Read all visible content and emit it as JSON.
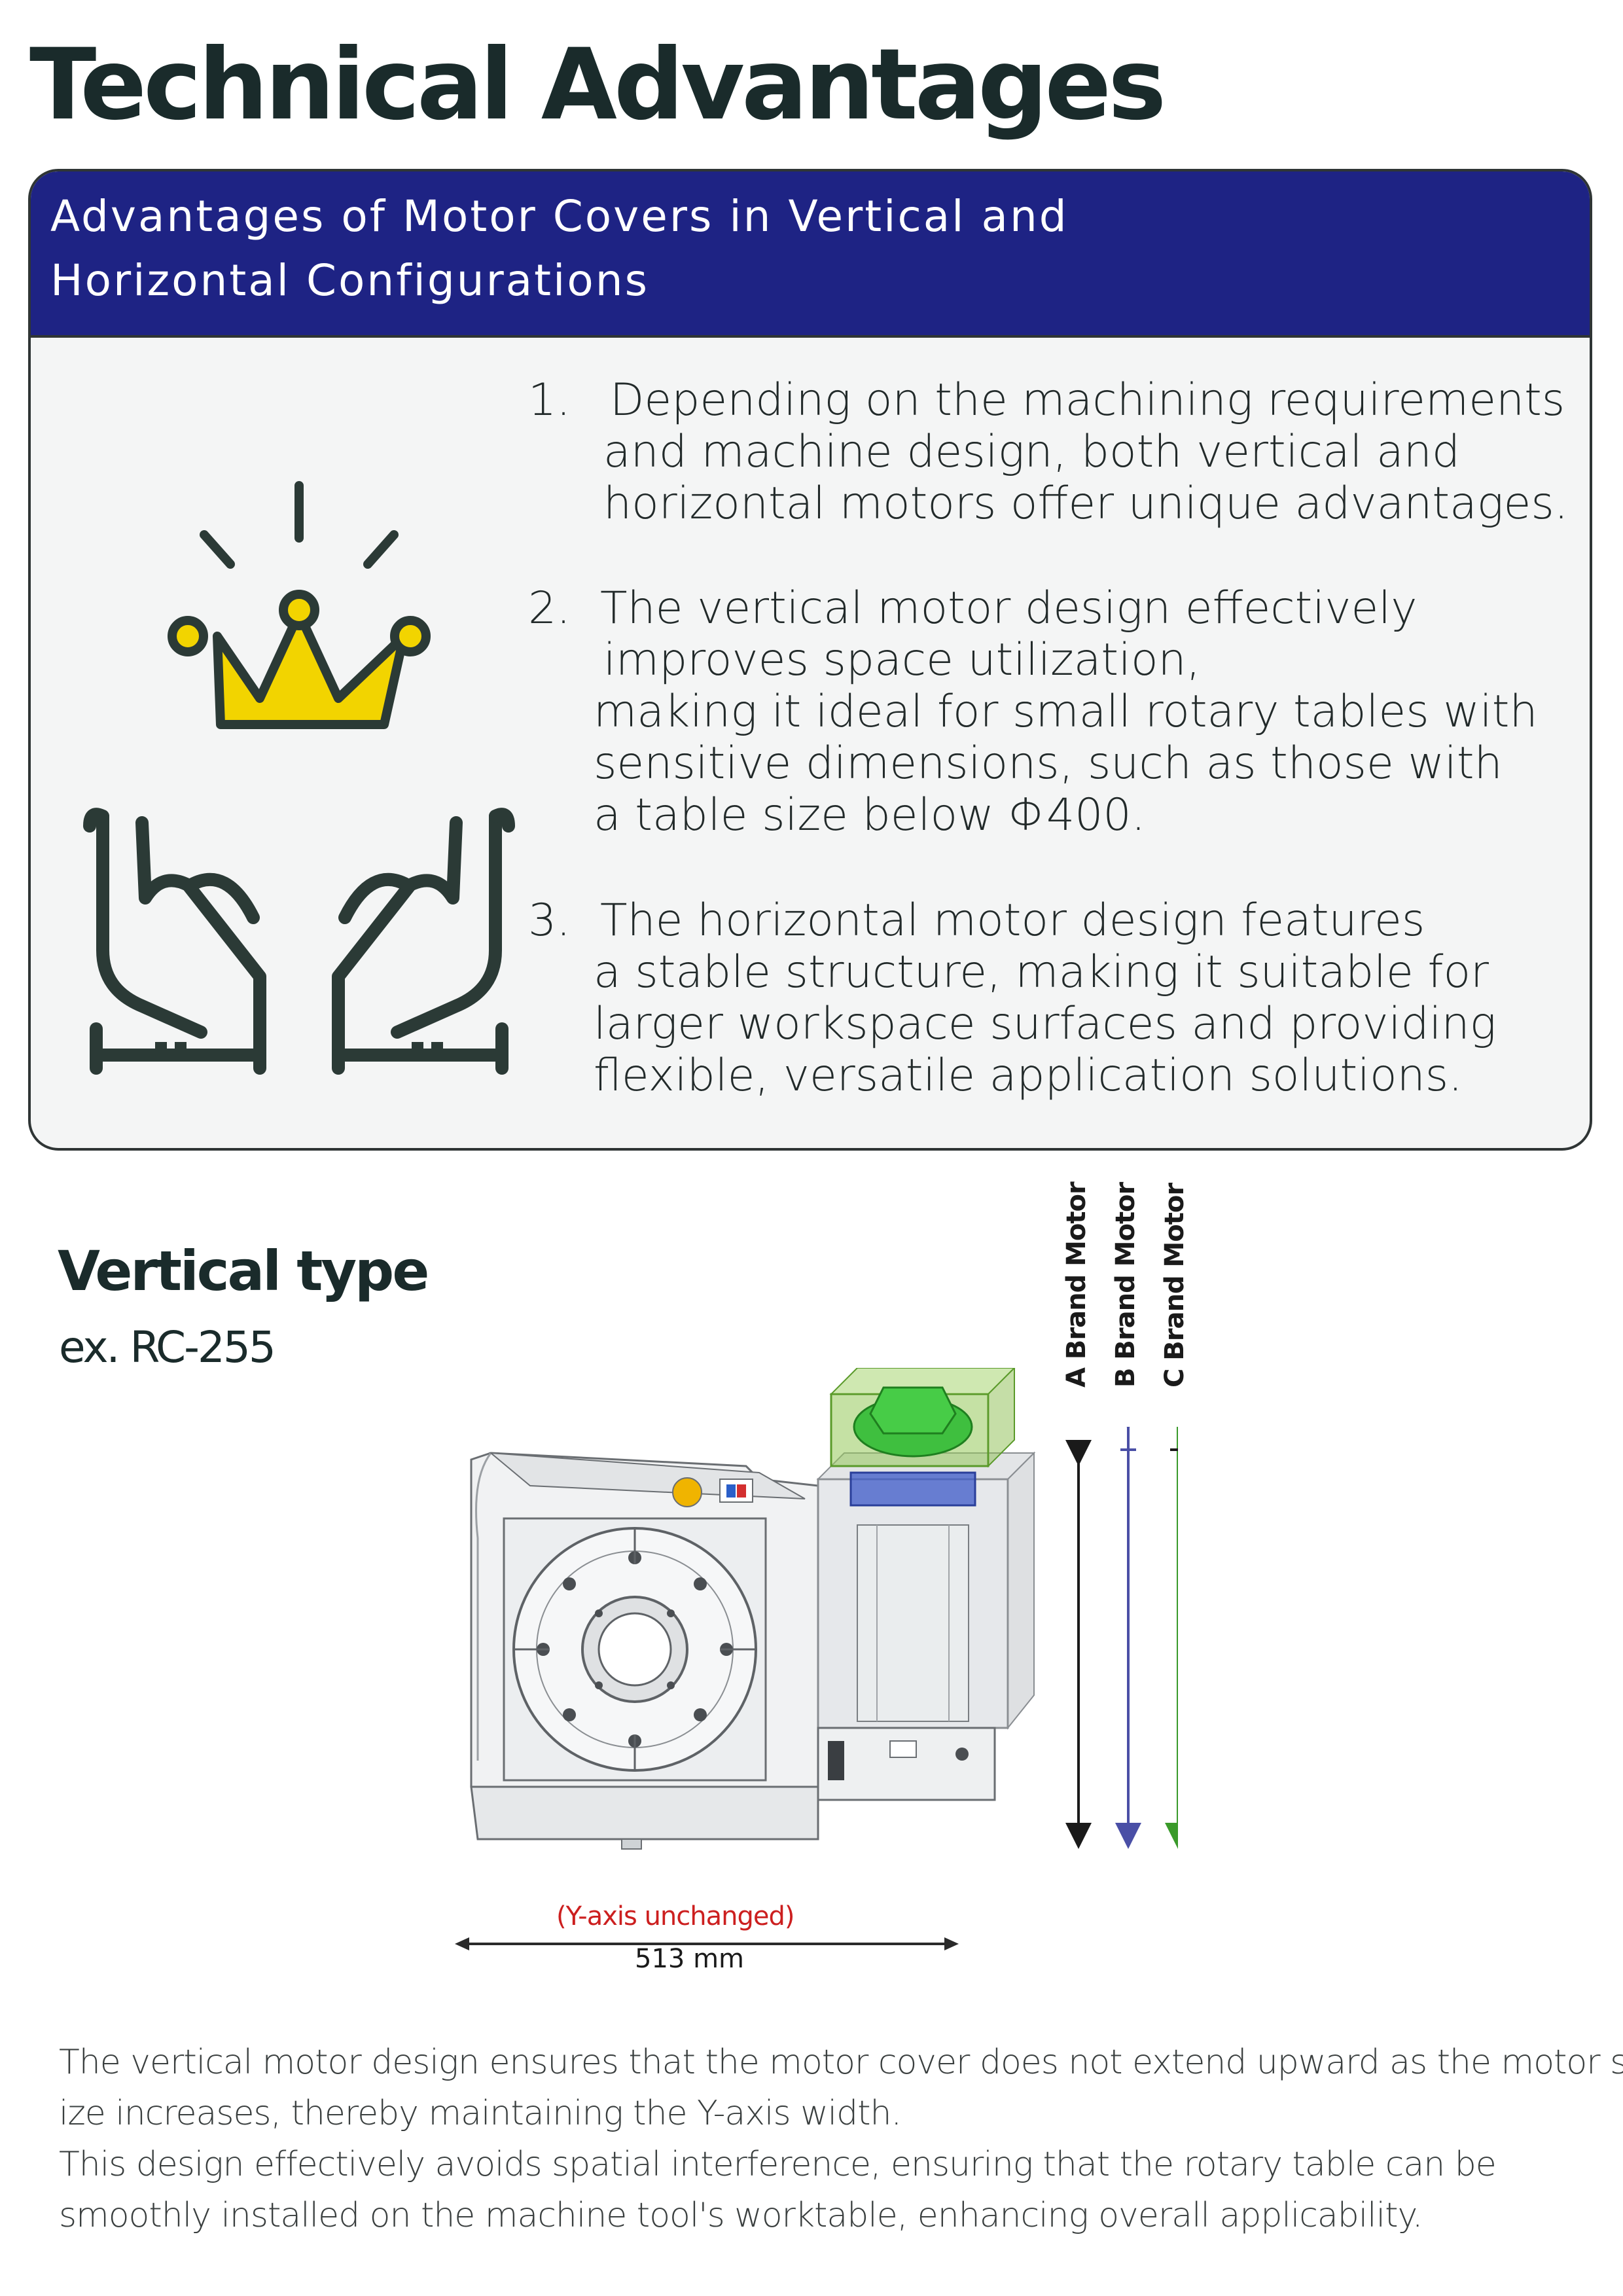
{
  "title": "Technical Advantages",
  "card": {
    "header_line1": "Advantages of Motor Covers in Vertical and",
    "header_line2": "Horizontal Configurations",
    "icon": "crown-in-hands-icon",
    "items": [
      {
        "number": "1.",
        "lines": [
          "Depending on the machining requirements",
          "and machine design, both vertical and",
          "horizontal motors offer unique advantages."
        ]
      },
      {
        "number": "2.",
        "lines": [
          "The vertical motor design effectively",
          "improves space utilization,",
          "making it ideal for small rotary tables with",
          "sensitive dimensions, such as those with",
          "a table size below Φ400."
        ]
      },
      {
        "number": "3.",
        "lines": [
          "The horizontal motor design features",
          "a stable structure, making it suitable for",
          "larger workspace surfaces and providing",
          "flexible, versatile application solutions."
        ]
      }
    ]
  },
  "figure": {
    "title": "Vertical type",
    "subtitle": "ex. RC-255",
    "drawing": "rotary-table-with-vertical-motor-drawing",
    "motor_labels": [
      "A Brand Motor",
      "B Brand Motor",
      "C Brand Motor"
    ],
    "motor_colors": [
      "#1a1a1a",
      "#4a4fa6",
      "#3a9a2a"
    ],
    "y_note": "(Y-axis unchanged)",
    "width_label": "513 mm"
  },
  "description": {
    "lines": [
      "The vertical motor design ensures that the motor cover does not extend upward as the motor s",
      "ize increases, thereby maintaining the Y-axis width.",
      "This design effectively avoids spatial interference, ensuring that the rotary table can be",
      "smoothly installed on the machine tool's worktable, enhancing overall applicability."
    ]
  }
}
